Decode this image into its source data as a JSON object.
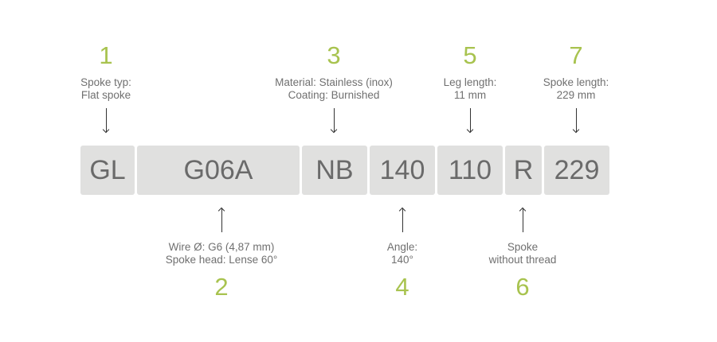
{
  "colors": {
    "accent": "#a8c34f",
    "box": "#e0e0df",
    "text": "#707070"
  },
  "segments": [
    "GL",
    "G06A",
    "NB",
    "140",
    "110",
    "R",
    "229"
  ],
  "annotations": [
    {
      "number": "1",
      "lines": [
        "Spoke typ:",
        "Flat spoke"
      ]
    },
    {
      "number": "2",
      "lines": [
        "Wire  Ø: G6 (4,87 mm)",
        "Spoke head: Lense 60°"
      ]
    },
    {
      "number": "3",
      "lines": [
        "Material: Stainless (inox)",
        "Coating: Burnished"
      ]
    },
    {
      "number": "4",
      "lines": [
        "Angle:",
        "140°"
      ]
    },
    {
      "number": "5",
      "lines": [
        "Leg length:",
        "11 mm"
      ]
    },
    {
      "number": "6",
      "lines": [
        "Spoke",
        "without thread"
      ]
    },
    {
      "number": "7",
      "lines": [
        "Spoke length:",
        "229 mm"
      ]
    }
  ]
}
